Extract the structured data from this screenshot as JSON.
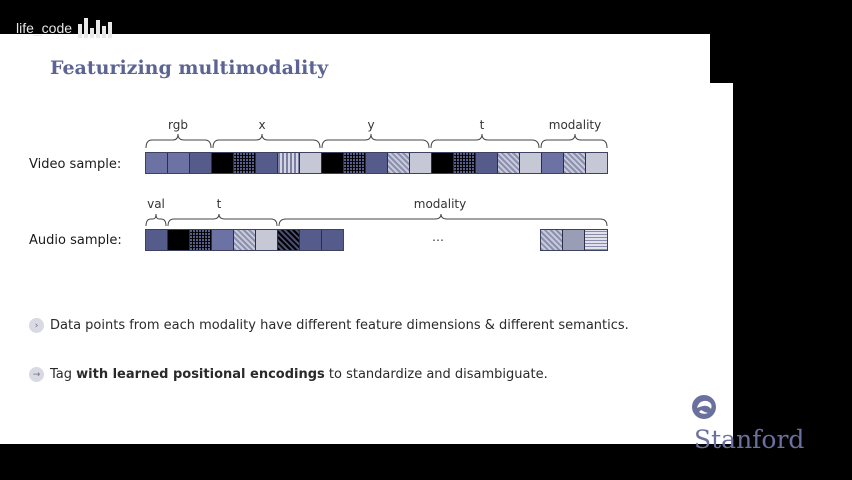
{
  "watermark": {
    "text": "life_code"
  },
  "slide": {
    "title": "Featurizing multimodality",
    "video_label": "Video sample:",
    "audio_label": "Audio sample:",
    "video_segments": [
      "rgb",
      "x",
      "y",
      "t",
      "modality"
    ],
    "audio_segments": [
      "val",
      "t",
      "modality"
    ],
    "ellipsis": "…",
    "bullets": [
      {
        "pre": "Data points from each modality have different feature dimensions & different semantics.",
        "bold": "",
        "post": ""
      },
      {
        "pre": "Tag ",
        "bold": "with learned positional encodings",
        "post": " to standardize and disambiguate."
      }
    ],
    "brand": "Stanford"
  },
  "colors": {
    "accent": "#5d6493",
    "brand": "#6b719f"
  },
  "icons": {
    "bullet": "arrow-right-icon",
    "logo": "stanford-swirl-icon"
  }
}
